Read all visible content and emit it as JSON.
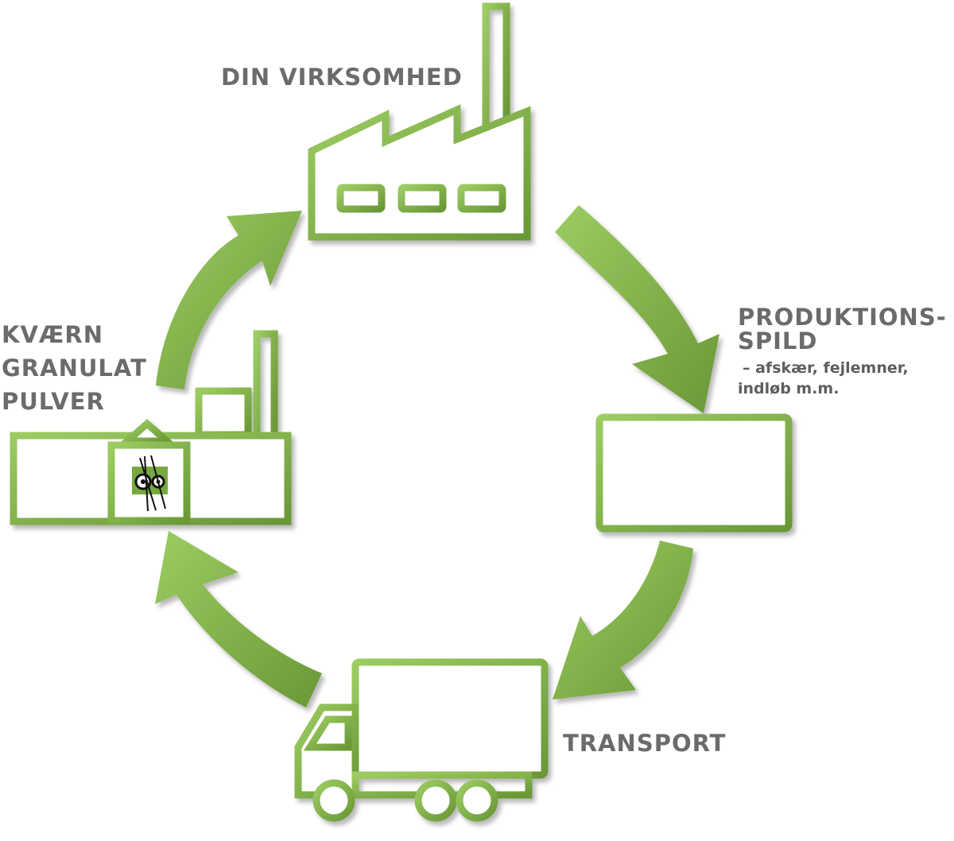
{
  "colors": {
    "green_light": "#8cc152",
    "green_dark": "#6e9b3a",
    "label_gray": "#6b6b6b",
    "inner_fill": "#ffffff"
  },
  "nodes": {
    "business": {
      "label": "DIN VIRKSOMHED",
      "icon": "factory-icon"
    },
    "waste": {
      "line1": "PRODUKTIONS-",
      "line2": "SPILD",
      "detail1": "– afskær, fejlemner,",
      "detail2": "indløb m.m.",
      "icon": "shipping-container-icon"
    },
    "transport": {
      "label": "TRANSPORT",
      "icon": "truck-icon"
    },
    "grinding": {
      "line1": "KVÆRN",
      "line2": "GRANULAT",
      "line3": "PULVER",
      "icon": "grinding-plant-icon"
    }
  }
}
